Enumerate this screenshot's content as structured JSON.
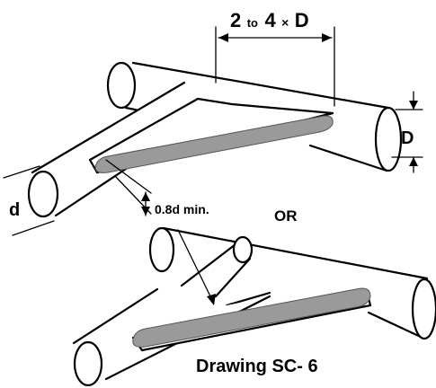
{
  "dimension_top": {
    "lead": "2",
    "to": "to",
    "value": "4",
    "times": "×",
    "unit": "D"
  },
  "label_D": "D",
  "label_d": "d",
  "label_weld_min": "0.8d min.",
  "label_or": "OR",
  "caption": "Drawing SC- 6",
  "colors": {
    "line": "#000000",
    "weld": "#9a9a9a",
    "background": "#ffffff"
  }
}
